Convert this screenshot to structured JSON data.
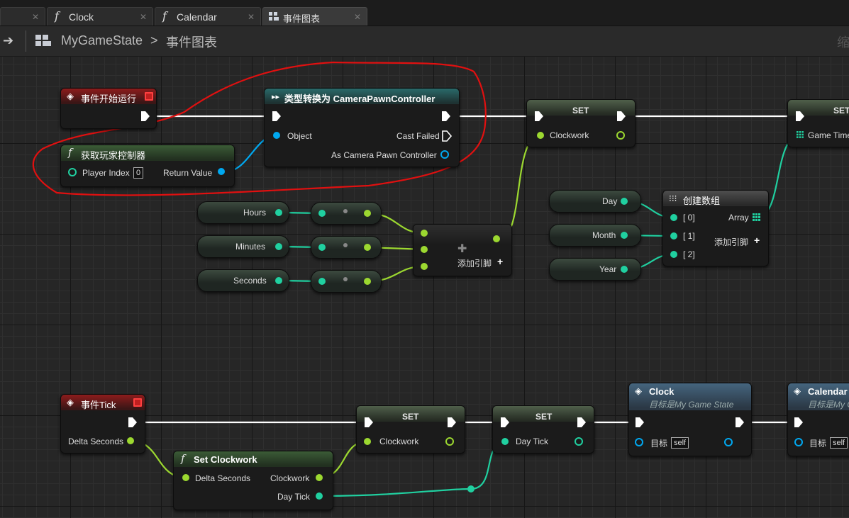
{
  "tabs": [
    {
      "icon": "f",
      "label": "Clock"
    },
    {
      "icon": "f",
      "label": "Calendar"
    },
    {
      "icon": "grid",
      "label": "事件图表"
    }
  ],
  "breadcrumb": {
    "root": "MyGameState",
    "sep": ">",
    "current": "事件图表",
    "edge": "缩"
  },
  "nodes": {
    "begin_play": {
      "title": "事件开始运行"
    },
    "get_player_controller": {
      "title": "获取玩家控制器",
      "pin_player_index": "Player Index",
      "player_index_value": "0",
      "pin_return": "Return Value"
    },
    "cast": {
      "title": "类型转换为 CameraPawnController",
      "pin_object": "Object",
      "pin_cast_failed": "Cast Failed",
      "pin_as": "As Camera Pawn Controller"
    },
    "set_clockwork_top": {
      "title": "SET",
      "pin": "Clockwork"
    },
    "set_gametime": {
      "title": "SET",
      "pin": "Game Time"
    },
    "hours": {
      "label": "Hours"
    },
    "minutes": {
      "label": "Minutes"
    },
    "seconds": {
      "label": "Seconds"
    },
    "make_struct": {
      "add_pin": "添加引脚"
    },
    "day": {
      "label": "Day"
    },
    "month": {
      "label": "Month"
    },
    "year": {
      "label": "Year"
    },
    "make_array": {
      "title": "创建数组",
      "pin0": "[ 0]",
      "pin1": "[ 1]",
      "pin2": "[ 2]",
      "out": "Array",
      "add_pin": "添加引脚"
    },
    "event_tick": {
      "title": "事件Tick",
      "pin": "Delta Seconds"
    },
    "set_clockwork_fn": {
      "title": "Set Clockwork",
      "pin_in": "Delta Seconds",
      "pin_clockwork": "Clockwork",
      "pin_daytick": "Day Tick"
    },
    "set_clockwork_bottom": {
      "title": "SET",
      "pin": "Clockwork"
    },
    "set_daytick": {
      "title": "SET",
      "pin": "Day Tick"
    },
    "clock_call": {
      "title": "Clock",
      "subtitle": "目标是My Game State",
      "pin_target": "目标",
      "target_value": "self"
    },
    "calendar_call": {
      "title": "Calendar",
      "subtitle": "目标是My G",
      "pin_target": "目标",
      "target_value": "self"
    }
  },
  "colors": {
    "exec": "#ffffff",
    "object": "#00a8f0",
    "int": "#20d0a0",
    "float": "#9cd830",
    "struct": "#00d0b0",
    "annotation": "#e01010",
    "event_head": "#8d1c1c"
  }
}
